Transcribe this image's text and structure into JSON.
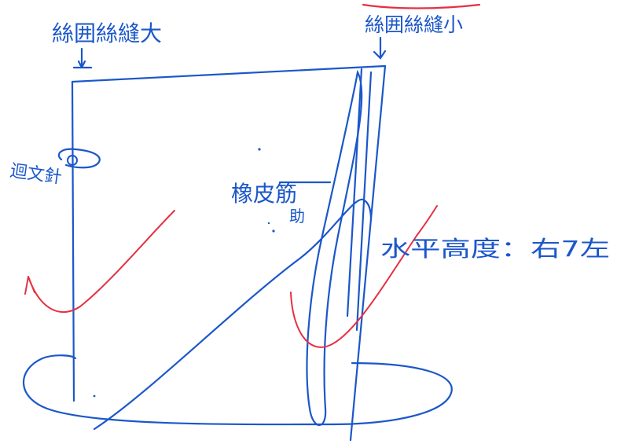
{
  "colors": {
    "ink": "#1b57c9",
    "red": "#e53042",
    "paper": "#ffffff"
  },
  "labels": {
    "top_left": "絲囲絲縫大",
    "top_right": "絲囲絲縫小",
    "left_side": "迴文針",
    "mid_label_1": "橡皮筋",
    "mid_label_2": "助",
    "right_side": "水平高度：右7左"
  }
}
